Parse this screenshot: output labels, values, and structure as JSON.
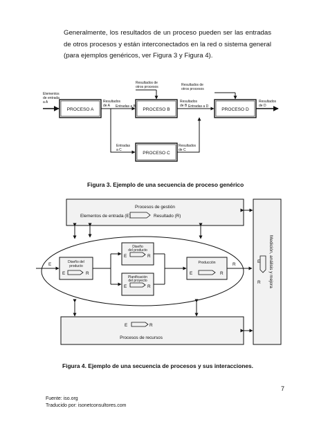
{
  "paragraph": "Generalmente, los resultados de un proceso pueden ser las entradas de otros procesos y están interconectados en la red o sistema general (para ejemplos genéricos, ver Figura 3 y Figura 4).",
  "figure3": {
    "caption": "Figura 3. Ejemplo de una secuencia de proceso genérico",
    "input_a_line1": "Elementos",
    "input_a_line2": "de entrada",
    "input_a_line3": "a A",
    "process_a": "PROCESO A",
    "process_b": "PROCESO B",
    "process_c": "PROCESO C",
    "process_d": "PROCESO D",
    "res_a_line1": "Resultados",
    "res_a_line2": "de A",
    "in_b": "Entradas a B",
    "res_b_line1": "Resultados",
    "res_b_line2": "de B",
    "in_d": "Entradas a D",
    "in_c_line1": "Entradas",
    "in_c_line2": "a C",
    "res_c_line1": "Resultados",
    "res_c_line2": "de C",
    "res_d_line1": "Resultados",
    "res_d_line2": "de D",
    "other1_line1": "Resultados de",
    "other1_line2": "otros procesos",
    "other2_line1": "Resultados de",
    "other2_line2": "otros procesos"
  },
  "figure4": {
    "caption": "Figura 4. Ejemplo de una secuencia de procesos y sus interacciones.",
    "mgmt_title": "Procesos de gestión",
    "mgmt_inputs": "Elementos de entrada (E)",
    "mgmt_result": "Resultado (R)",
    "design_product_line1": "Diseño del",
    "design_product_line2": "producto",
    "design_line1": "Diseño",
    "design_line2": "del producto",
    "planning_line1": "Planificación",
    "planning_line2": "del proyecto",
    "production": "Producción",
    "resources_title": "Procesos de recursos",
    "measurement": "Medición, análisis y mejora",
    "e": "E",
    "r": "R"
  },
  "footer": {
    "source": "Fuente: iso.org",
    "translated": "Traducido por: isonetconsultores.com"
  },
  "page_number": "7"
}
